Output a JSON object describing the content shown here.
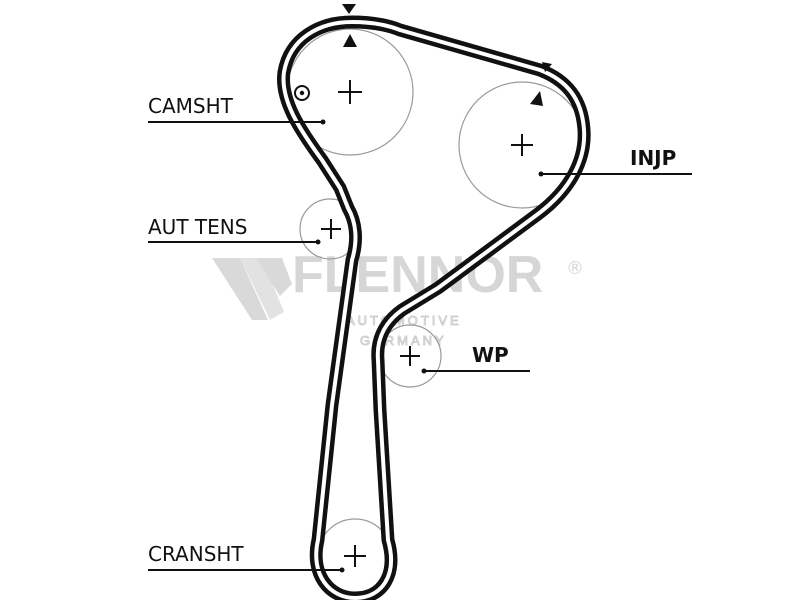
{
  "labels": {
    "camshaft": "CAMSHT",
    "auto_tensioner": "AUT TENS",
    "injection_pump": "INJP",
    "water_pump": "WP",
    "crankshaft": "CRANSHT"
  },
  "watermark": {
    "brand": "FLENNOR",
    "registered": "®",
    "line1": "AUTOMOTIVE",
    "line2": "GERMANY"
  },
  "colors": {
    "belt": "#111111",
    "pulley_outline": "#9a9a9a",
    "watermark": "#d6d6d6"
  }
}
